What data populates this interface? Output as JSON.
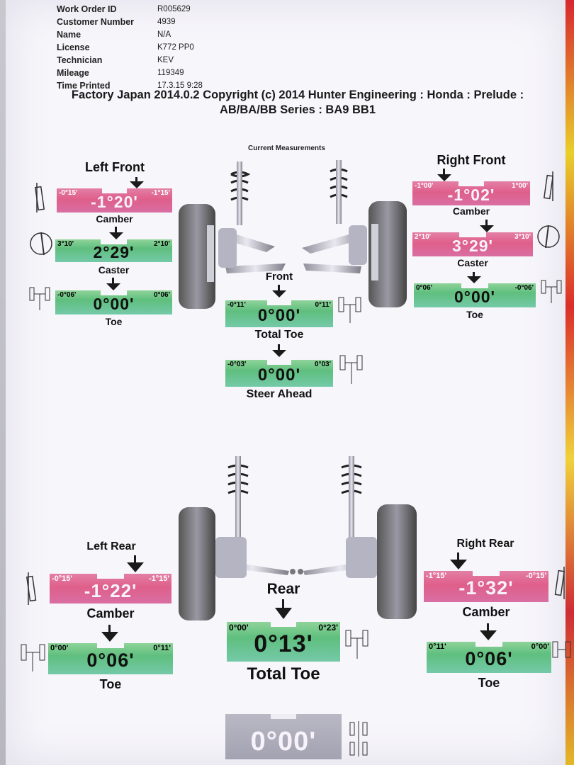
{
  "header": {
    "rows": [
      {
        "key": "Work Order ID",
        "value": "R005629"
      },
      {
        "key": "Customer Number",
        "value": "4939"
      },
      {
        "key": "Name",
        "value": "N/A"
      },
      {
        "key": "License",
        "value": "K772 PP0"
      },
      {
        "key": "Technician",
        "value": "KEV"
      },
      {
        "key": "Mileage",
        "value": "119349"
      },
      {
        "key": "Time Printed",
        "value": "17.3.15 9:28"
      }
    ]
  },
  "title_line1": "Factory Japan 2014.0.2 Copyright (c) 2014 Hunter Engineering : Honda : Prelude :",
  "title_line2": "AB/BA/BB Series : BA9  BB1",
  "current_measurements": "Current Measurements",
  "front": {
    "left_heading": "Left Front",
    "right_heading": "Right Front",
    "center_heading": "Front",
    "lf_camber": {
      "label": "Camber",
      "min": "-0°15'",
      "max": "-1°15'",
      "value": "-1°20'",
      "status": "pink"
    },
    "lf_caster": {
      "label": "Caster",
      "min": "3°10'",
      "max": "2°10'",
      "value": "2°29'",
      "status": "green"
    },
    "lf_toe": {
      "label": "Toe",
      "min": "-0°06'",
      "max": "0°06'",
      "value": "0°00'",
      "status": "green"
    },
    "rf_camber": {
      "label": "Camber",
      "min": "-1°00'",
      "max": "1°00'",
      "value": "-1°02'",
      "status": "pink"
    },
    "rf_caster": {
      "label": "Caster",
      "min": "2°10'",
      "max": "3°10'",
      "value": "3°29'",
      "status": "pink"
    },
    "rf_toe": {
      "label": "Toe",
      "min": "0°06'",
      "max": "-0°06'",
      "value": "0°00'",
      "status": "green"
    },
    "total_toe": {
      "label": "Total Toe",
      "min": "-0°11'",
      "max": "0°11'",
      "value": "0°00'",
      "status": "green"
    },
    "steer_ahead": {
      "label": "Steer Ahead",
      "min": "-0°03'",
      "max": "0°03'",
      "value": "0°00'",
      "status": "green"
    }
  },
  "rear": {
    "left_heading": "Left Rear",
    "right_heading": "Right Rear",
    "center_heading": "Rear",
    "lr_camber": {
      "label": "Camber",
      "min": "-0°15'",
      "max": "-1°15'",
      "value": "-1°22'",
      "status": "pink"
    },
    "lr_toe": {
      "label": "Toe",
      "min": "0°00'",
      "max": "0°11'",
      "value": "0°06'",
      "status": "green"
    },
    "rr_camber": {
      "label": "Camber",
      "min": "-1°15'",
      "max": "-0°15'",
      "value": "-1°32'",
      "status": "pink"
    },
    "rr_toe": {
      "label": "Toe",
      "min": "0°11'",
      "max": "0°00'",
      "value": "0°06'",
      "status": "green"
    },
    "total_toe": {
      "label": "Total Toe",
      "min": "0°00'",
      "max": "0°23'",
      "value": "0°13'",
      "status": "green"
    },
    "thrust_angle": {
      "value": "0°00'",
      "status": "gray"
    }
  },
  "colors": {
    "pink": "#df5f8a",
    "green": "#5fbf7e",
    "gray": "#a3a2b1"
  }
}
